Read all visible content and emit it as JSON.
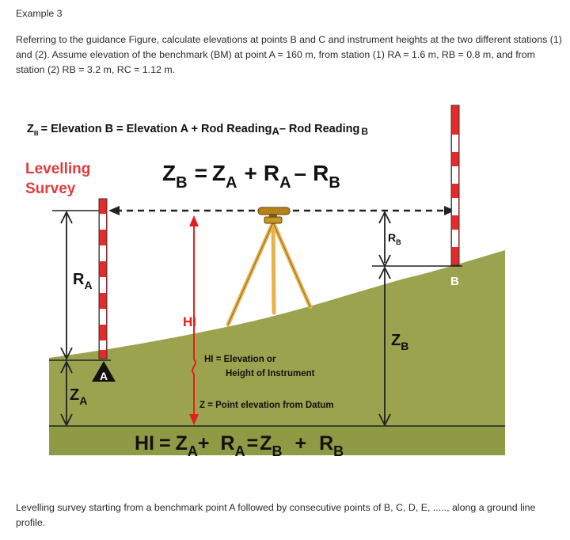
{
  "document": {
    "heading": "Example 3",
    "problem": "Referring to the guidance Figure, calculate elevations at points B and C and instrument heights at the two different stations (1) and (2). Assume elevation of the benchmark (BM) at point A = 160 m, from station (1) RA = 1.6 m, RB = 0.8 m, and from station (2) RB = 3.2 m, RC = 1.12 m.",
    "caption": "Levelling survey starting from a benchmark point A followed by consecutive points of B, C, D, E, ....., along a ground line profile."
  },
  "figure": {
    "formula_top": {
      "z": "Z",
      "z_sub": "B",
      "rest": "= Elevation B = Elevation A + Rod Reading",
      "rod_a": "A",
      "mid": "– Rod Reading",
      "rod_b": "B"
    },
    "title_line1": "Levelling",
    "title_line2": "Survey",
    "main_eq": {
      "zb": "Z",
      "zb_sub": "B",
      "eq": "=",
      "za": "Z",
      "za_sub": "A",
      "plus": "+",
      "ra": "R",
      "ra_sub": "A",
      "minus": "–",
      "rb": "R",
      "rb_sub": "B"
    },
    "label_ra": {
      "r": "R",
      "sub": "A"
    },
    "label_za": {
      "z": "Z",
      "sub": "A"
    },
    "label_rb": {
      "r": "R",
      "sub": "B"
    },
    "label_zb": {
      "z": "Z",
      "sub": "B"
    },
    "point_a": "A",
    "point_b": "B",
    "label_hi": "HI",
    "hi_def_line1": "HI = Elevation or",
    "hi_def_line2": "Height of Instrument",
    "z_def": "Z = Point elevation from Datum",
    "bottom_eq": {
      "hi": "HI",
      "eq1": "=",
      "za": "Z",
      "za_sub": "A",
      "plus1": "+",
      "ra": "R",
      "ra_sub": "A",
      "eq2": "=",
      "zb": "Z",
      "zb_sub": "B",
      "plus2": "+",
      "rb": "R",
      "rb_sub": "B"
    },
    "colors": {
      "ground": "#9ba34e",
      "datum_band": "#8f9a44",
      "title_red": "#e23b3b",
      "rod_red": "#e52a2a",
      "hi_red": "#e51e1e",
      "tripod": "#e8b14a"
    }
  }
}
